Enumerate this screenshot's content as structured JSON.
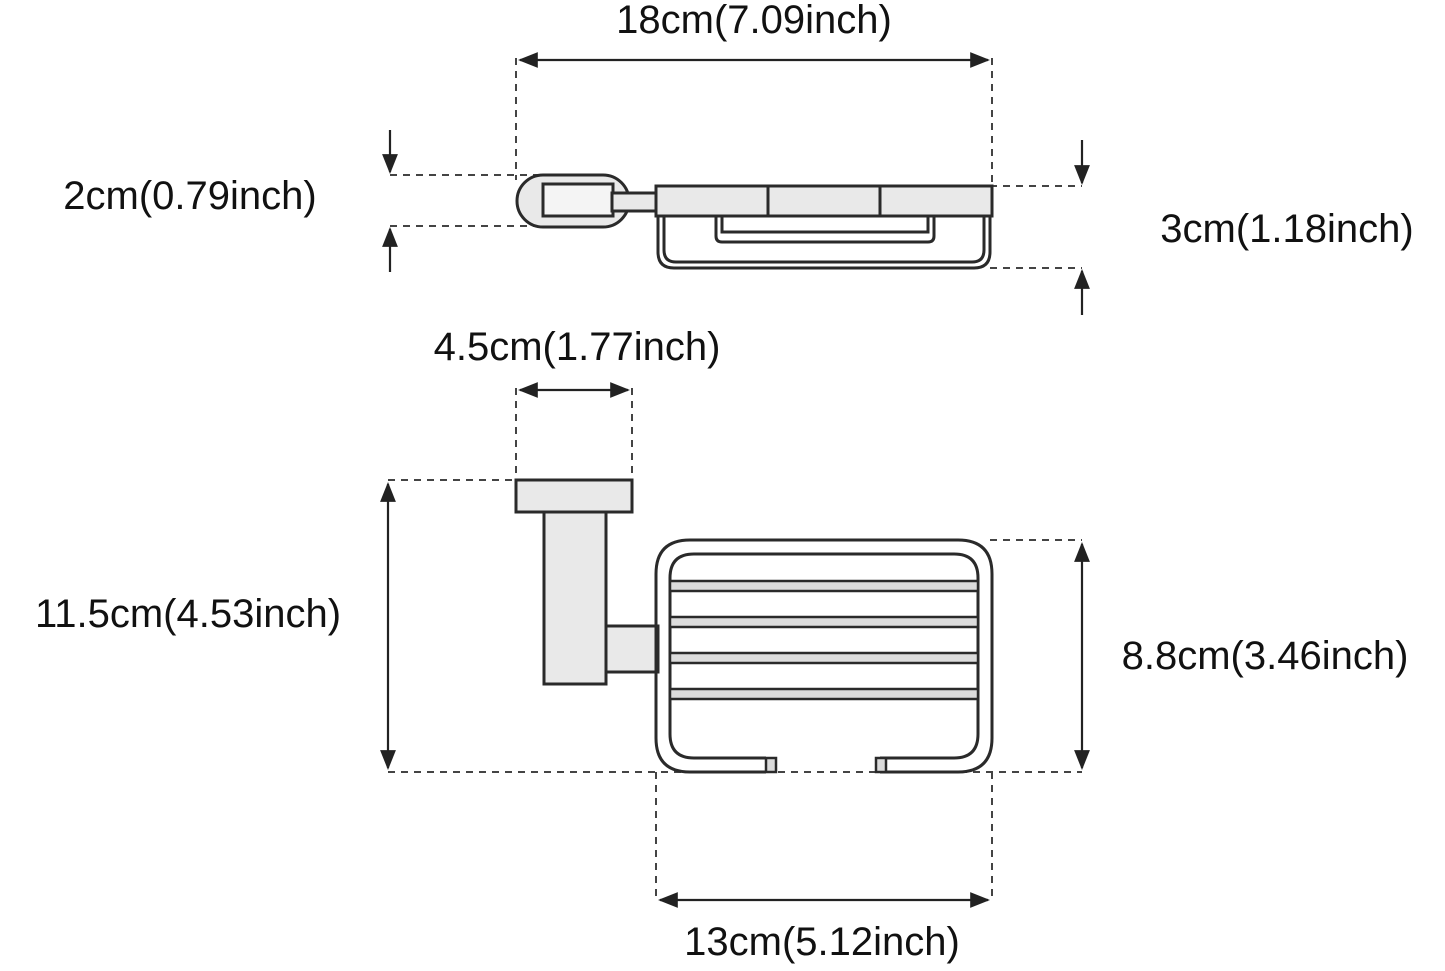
{
  "dimensions": {
    "top_width": "18cm(7.09inch)",
    "top_mount_height": "2cm(0.79inch)",
    "top_basket_height": "3cm(1.18inch)",
    "mount_width": "4.5cm(1.77inch)",
    "overall_depth": "11.5cm(4.53inch)",
    "basket_depth": "8.8cm(3.46inch)",
    "basket_width": "13cm(5.12inch)"
  },
  "colors": {
    "line": "#222222",
    "metal": "#e9e9e9",
    "background": "#ffffff"
  }
}
